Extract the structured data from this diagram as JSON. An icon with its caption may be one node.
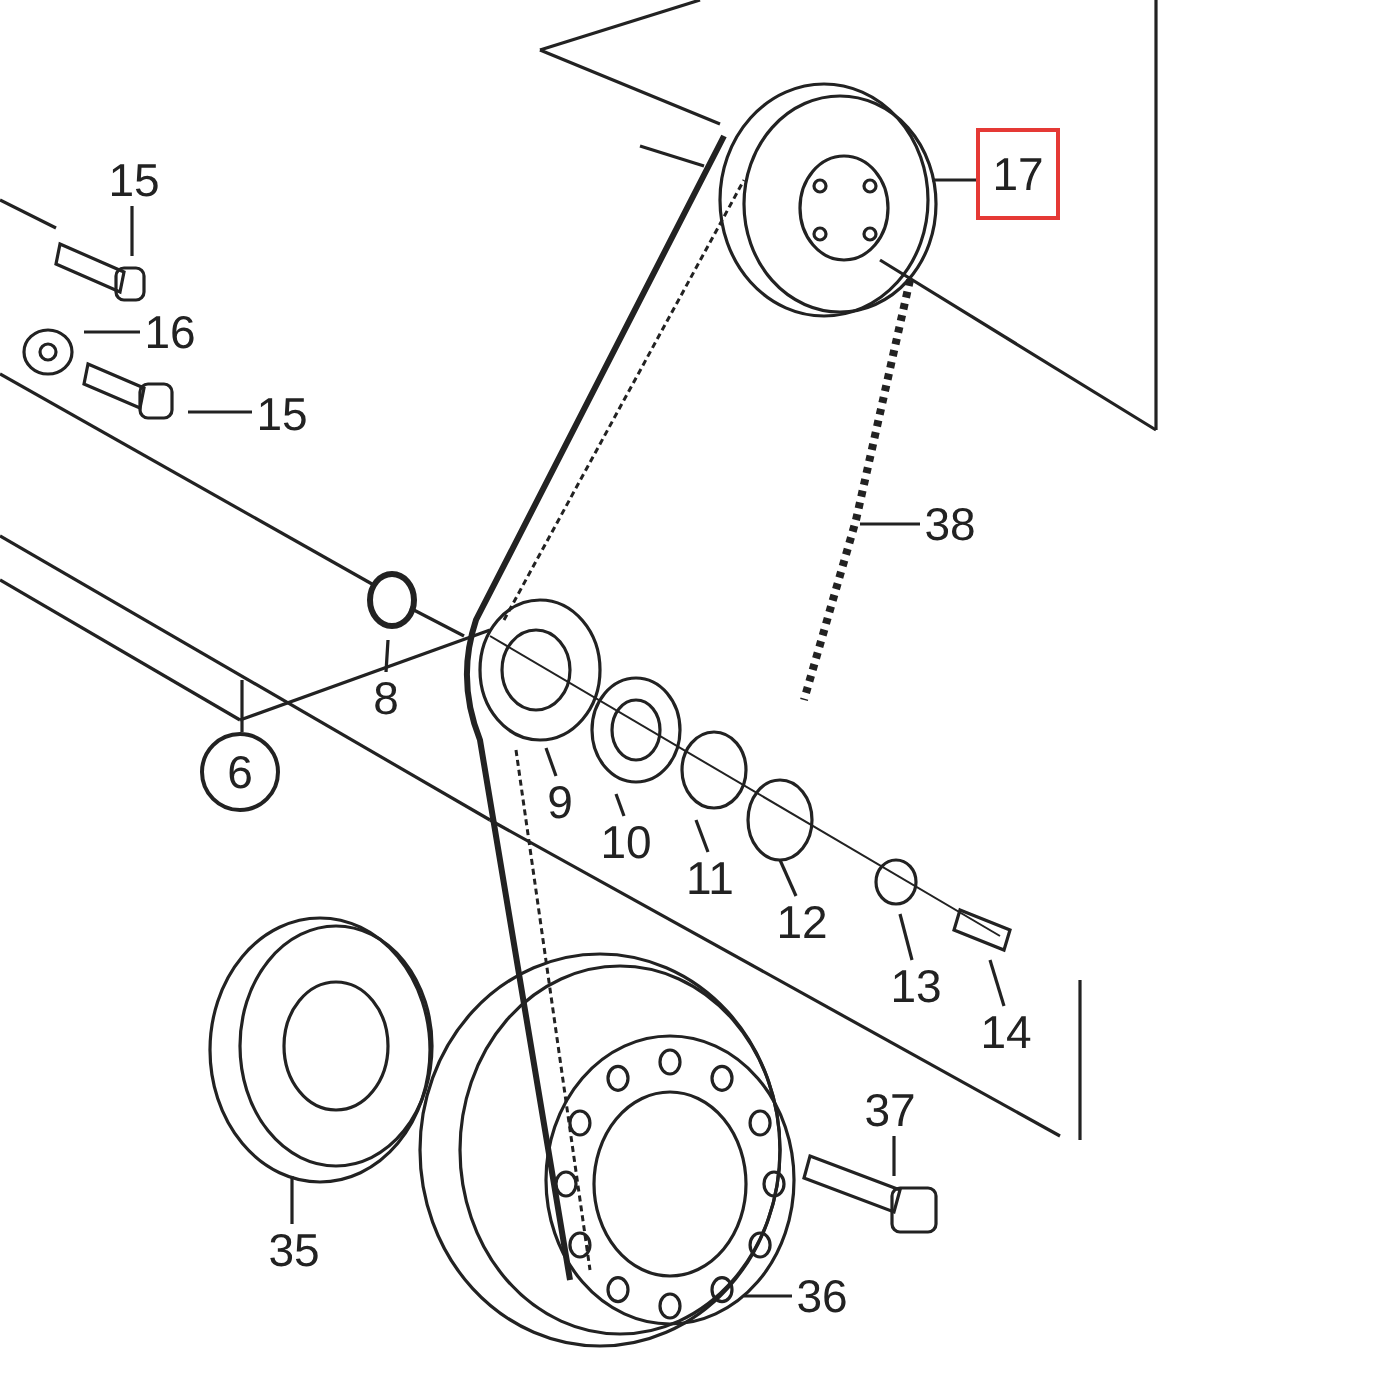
{
  "diagram": {
    "nodes": [
      {
        "text": [
          "15"
        ]
      },
      {
        "text": [
          "16"
        ]
      },
      {
        "text": [
          "15"
        ]
      },
      {
        "text": [
          "17"
        ]
      },
      {
        "text": [
          "38"
        ]
      },
      {
        "text": [
          "8"
        ]
      },
      {
        "text": [
          "6"
        ]
      },
      {
        "text": [
          "9"
        ]
      },
      {
        "text": [
          "10"
        ]
      },
      {
        "text": [
          "11"
        ]
      },
      {
        "text": [
          "12"
        ]
      },
      {
        "text": [
          "13"
        ]
      },
      {
        "text": [
          "14"
        ]
      },
      {
        "text": [
          "37"
        ]
      },
      {
        "text": [
          "35"
        ]
      },
      {
        "text": [
          "36"
        ]
      }
    ],
    "edges": [
      {
        "from": 0,
        "to": null,
        "arrow": "none"
      },
      {
        "from": 1,
        "to": null,
        "arrow": "none"
      },
      {
        "from": 2,
        "to": null,
        "arrow": "none"
      },
      {
        "from": 3,
        "to": null,
        "arrow": "none"
      },
      {
        "from": 4,
        "to": null,
        "arrow": "none"
      },
      {
        "from": 5,
        "to": null,
        "arrow": "none"
      },
      {
        "from": 6,
        "to": null,
        "arrow": "none"
      },
      {
        "from": 7,
        "to": null,
        "arrow": "none"
      },
      {
        "from": 8,
        "to": null,
        "arrow": "none"
      },
      {
        "from": 9,
        "to": null,
        "arrow": "none"
      },
      {
        "from": 10,
        "to": null,
        "arrow": "none"
      },
      {
        "from": 11,
        "to": null,
        "arrow": "none"
      },
      {
        "from": 12,
        "to": null,
        "arrow": "none"
      },
      {
        "from": 13,
        "to": null,
        "arrow": "none"
      },
      {
        "from": 14,
        "to": null,
        "arrow": "none"
      },
      {
        "from": 15,
        "to": null,
        "arrow": "none"
      }
    ]
  }
}
